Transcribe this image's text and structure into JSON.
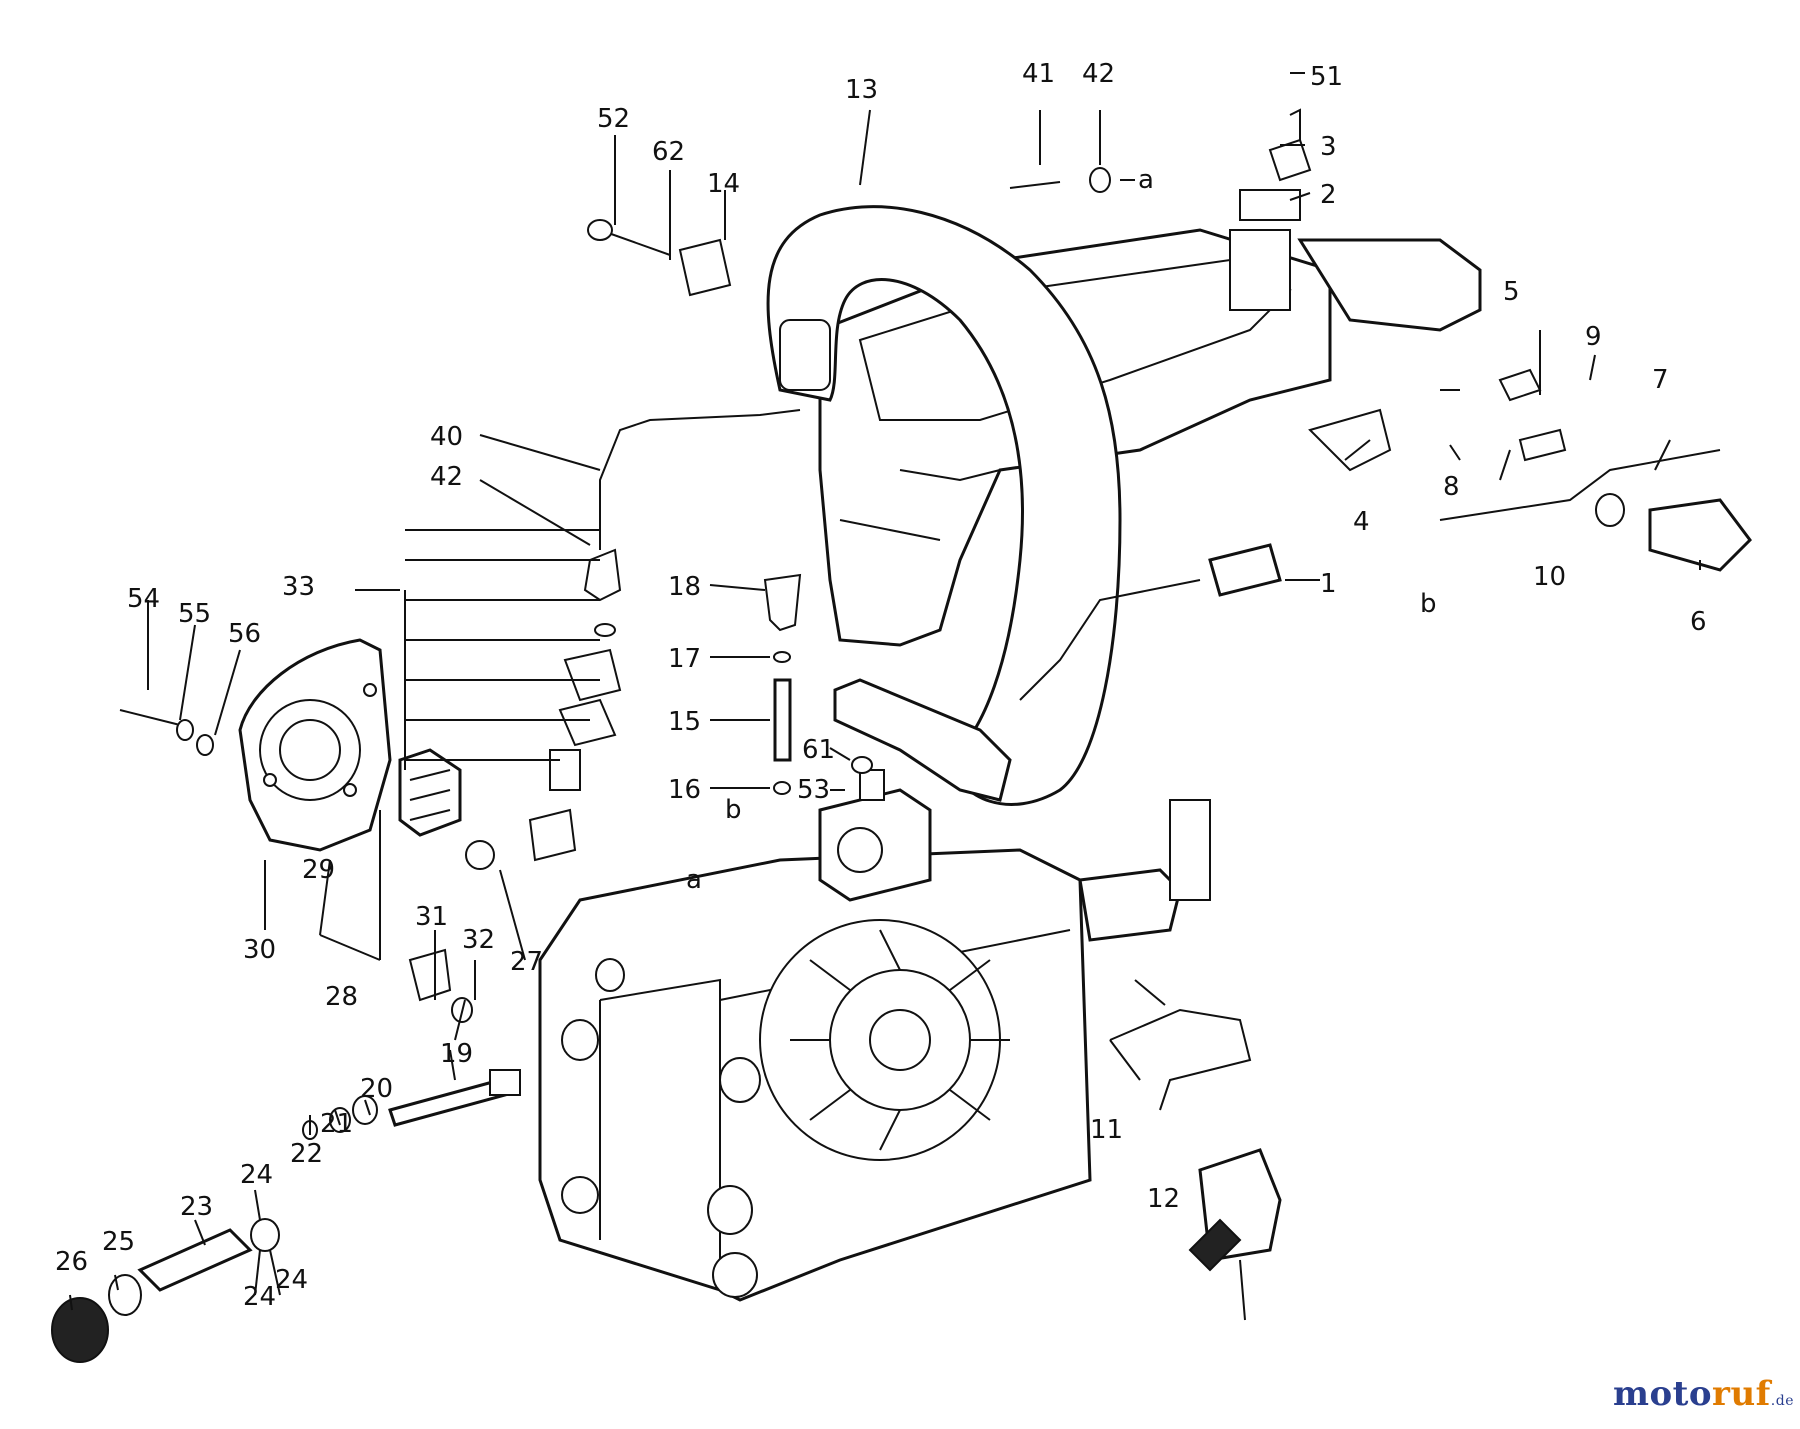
{
  "labels": [
    {
      "id": "1",
      "text": "1"
    },
    {
      "id": "2",
      "text": "2"
    },
    {
      "id": "3",
      "text": "3"
    },
    {
      "id": "4",
      "text": "4"
    },
    {
      "id": "5",
      "text": "5"
    },
    {
      "id": "6",
      "text": "6"
    },
    {
      "id": "7",
      "text": "7"
    },
    {
      "id": "8",
      "text": "8"
    },
    {
      "id": "9",
      "text": "9"
    },
    {
      "id": "10",
      "text": "10"
    },
    {
      "id": "11",
      "text": "11"
    },
    {
      "id": "12",
      "text": "12"
    },
    {
      "id": "13",
      "text": "13"
    },
    {
      "id": "14",
      "text": "14"
    },
    {
      "id": "15",
      "text": "15"
    },
    {
      "id": "16",
      "text": "16"
    },
    {
      "id": "17",
      "text": "17"
    },
    {
      "id": "18",
      "text": "18"
    },
    {
      "id": "19",
      "text": "19"
    },
    {
      "id": "20",
      "text": "20"
    },
    {
      "id": "21",
      "text": "21"
    },
    {
      "id": "22",
      "text": "22"
    },
    {
      "id": "23",
      "text": "23"
    },
    {
      "id": "24a",
      "text": "24"
    },
    {
      "id": "24b",
      "text": "24"
    },
    {
      "id": "24c",
      "text": "24"
    },
    {
      "id": "25",
      "text": "25"
    },
    {
      "id": "26",
      "text": "26"
    },
    {
      "id": "27",
      "text": "27"
    },
    {
      "id": "28",
      "text": "28"
    },
    {
      "id": "29",
      "text": "29"
    },
    {
      "id": "30",
      "text": "30"
    },
    {
      "id": "31",
      "text": "31"
    },
    {
      "id": "32",
      "text": "32"
    },
    {
      "id": "33",
      "text": "33"
    },
    {
      "id": "40",
      "text": "40"
    },
    {
      "id": "41",
      "text": "41"
    },
    {
      "id": "42a",
      "text": "42"
    },
    {
      "id": "42b",
      "text": "42"
    },
    {
      "id": "51",
      "text": "51"
    },
    {
      "id": "52",
      "text": "52"
    },
    {
      "id": "53",
      "text": "53"
    },
    {
      "id": "54",
      "text": "54"
    },
    {
      "id": "55",
      "text": "55"
    },
    {
      "id": "56",
      "text": "56"
    },
    {
      "id": "61",
      "text": "61"
    },
    {
      "id": "62",
      "text": "62"
    },
    {
      "id": "a1",
      "text": "a"
    },
    {
      "id": "a2",
      "text": "a"
    },
    {
      "id": "b1",
      "text": "b"
    },
    {
      "id": "b2",
      "text": "b"
    }
  ],
  "watermark": {
    "part1": "moto",
    "part2": "ruf",
    "part3": ".de"
  }
}
